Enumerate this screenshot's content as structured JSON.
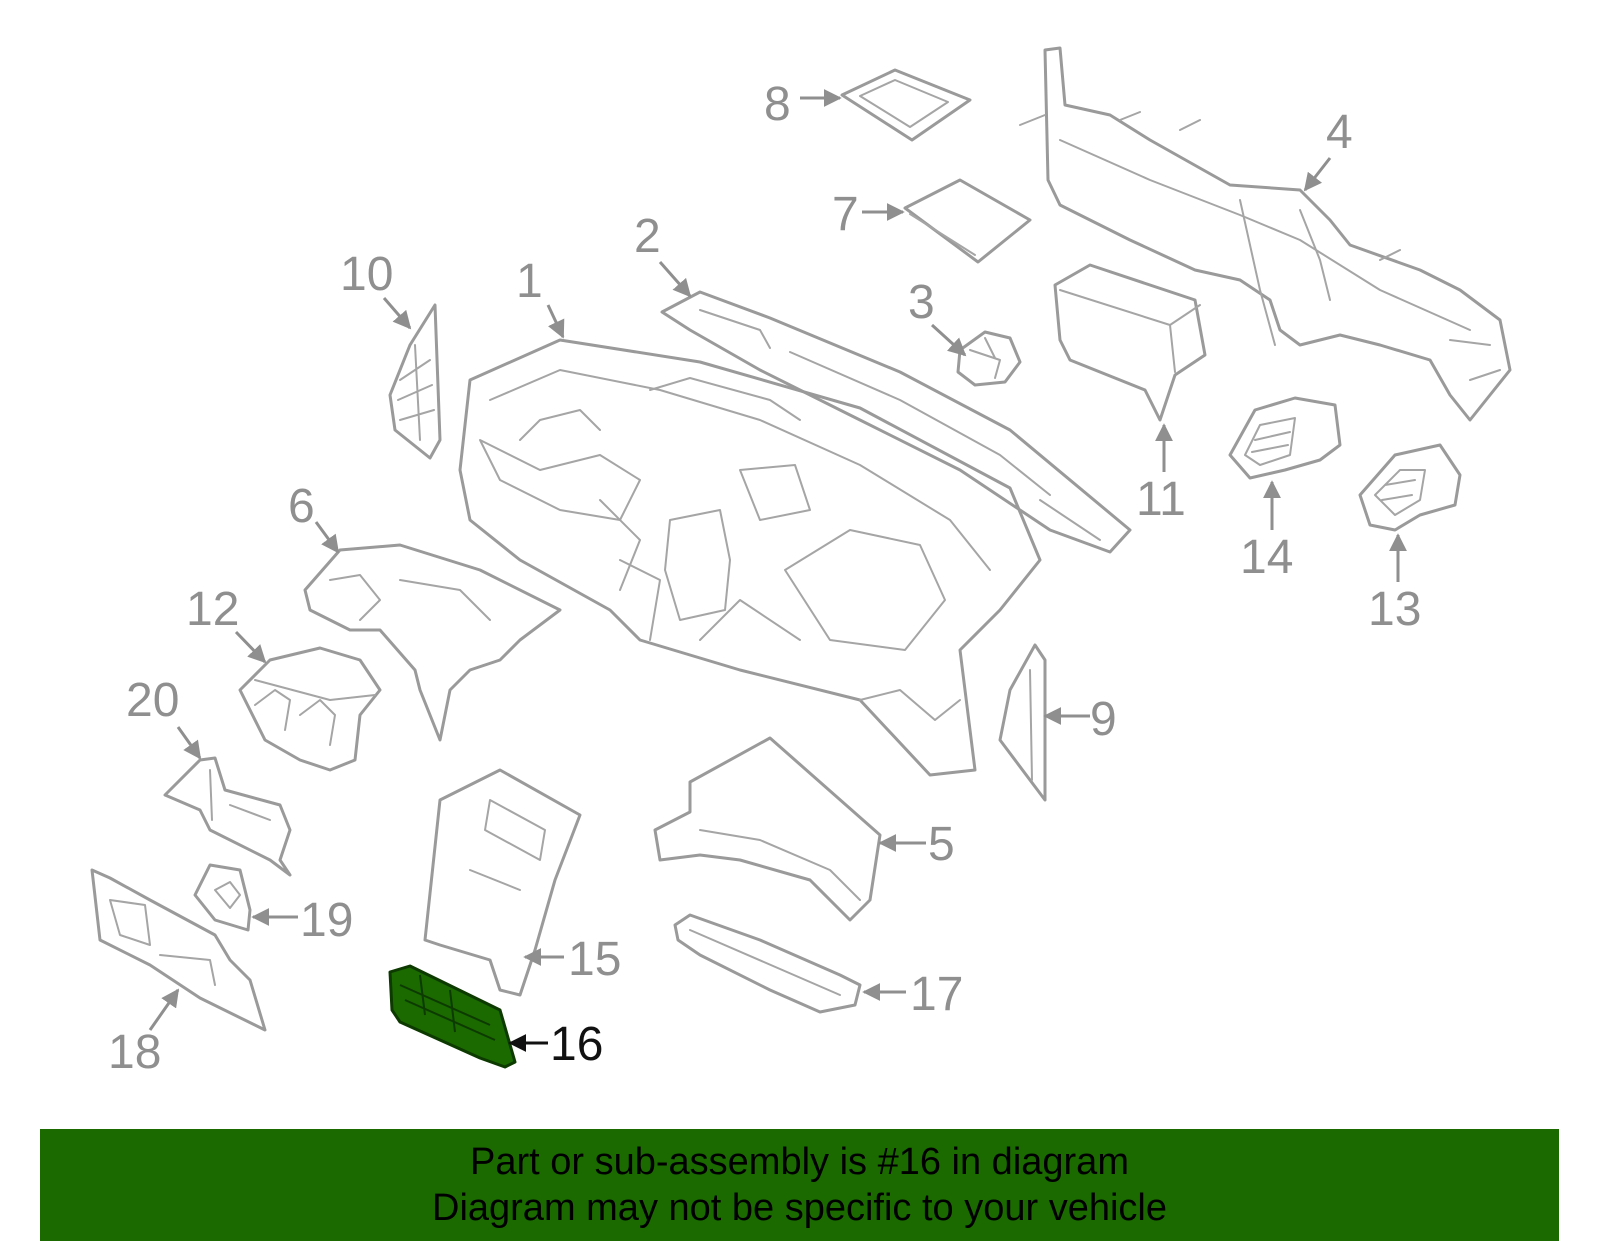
{
  "highlight_color": "#1a6a00",
  "leader_color": "#8f8f8f",
  "highlighted_part": "16",
  "callouts": [
    "1",
    "2",
    "3",
    "4",
    "5",
    "6",
    "7",
    "8",
    "9",
    "10",
    "11",
    "12",
    "13",
    "14",
    "15",
    "16",
    "17",
    "18",
    "19",
    "20"
  ],
  "banner": {
    "line1": "Part or sub-assembly is #16 in diagram",
    "line2": "Diagram may not be specific to your vehicle"
  }
}
